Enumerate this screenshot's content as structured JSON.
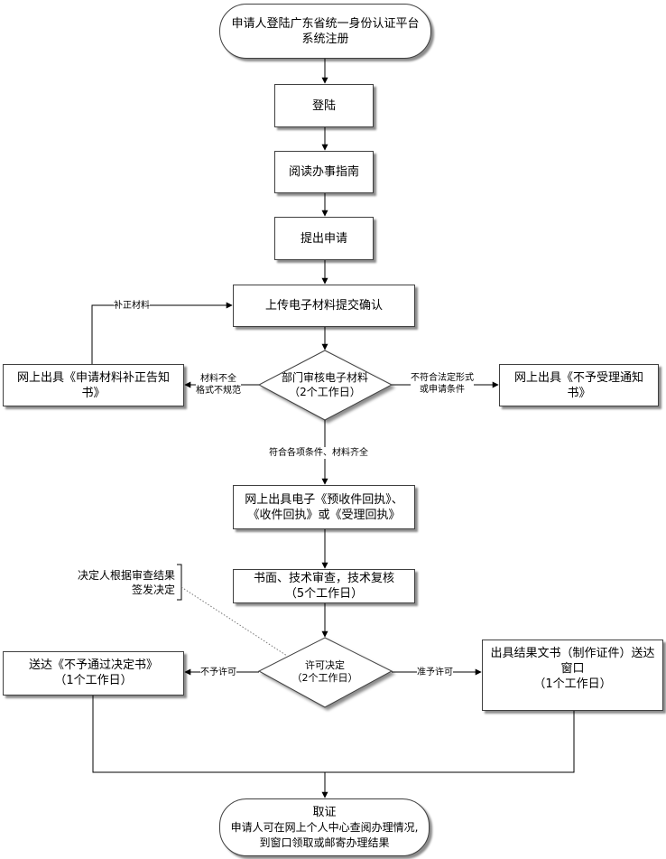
{
  "start": {
    "line1": "申请人登陆广东省统一身份认证平台",
    "line2": "系统注册"
  },
  "login": "登陆",
  "read_guide": "阅读办事指南",
  "submit_application": "提出申请",
  "upload": "上传电子材料提交确认",
  "review": {
    "line1": "部门审核电子材料",
    "line2": "（2个工作日）"
  },
  "correction_notice": {
    "line1": "网上出具《申请材料补正告知",
    "line2": "书》"
  },
  "reject_notice": {
    "line1": "网上出具《不予受理通知",
    "line2": "书》"
  },
  "receipt": {
    "line1": "网上出具电子《预收件回执》、",
    "line2": "《收件回执》或《受理回执》"
  },
  "tech_review": {
    "line1": "书面、技术审查，技术复核",
    "line2": "（5个工作日）"
  },
  "decision": {
    "line1": "许可决定",
    "line2": "（2个工作日）"
  },
  "deny": {
    "line1": "送达《不予通过决定书》",
    "line2": "（1个工作日）"
  },
  "approve": {
    "line1": "出具结果文书（制作证件）送达",
    "line2": "窗口",
    "line3": "（1个工作日）"
  },
  "end": {
    "line1": "取证",
    "line2": "申请人可在网上个人中心查阅办理情况,",
    "line3": "到窗口领取或邮寄办理结果"
  },
  "note": {
    "line1": "决定人根据审查结果",
    "line2": "签发决定"
  },
  "labels": {
    "supplement": "补正材料",
    "incomplete_line1": "材料不全",
    "incomplete_line2": "格式不规范",
    "not_compliant_line1": "不符合法定形式",
    "not_compliant_line2": "或申请条件",
    "compliant": "符合各项条件、材料齐全",
    "not_permitted": "不予许可",
    "permitted": "准予许可"
  }
}
